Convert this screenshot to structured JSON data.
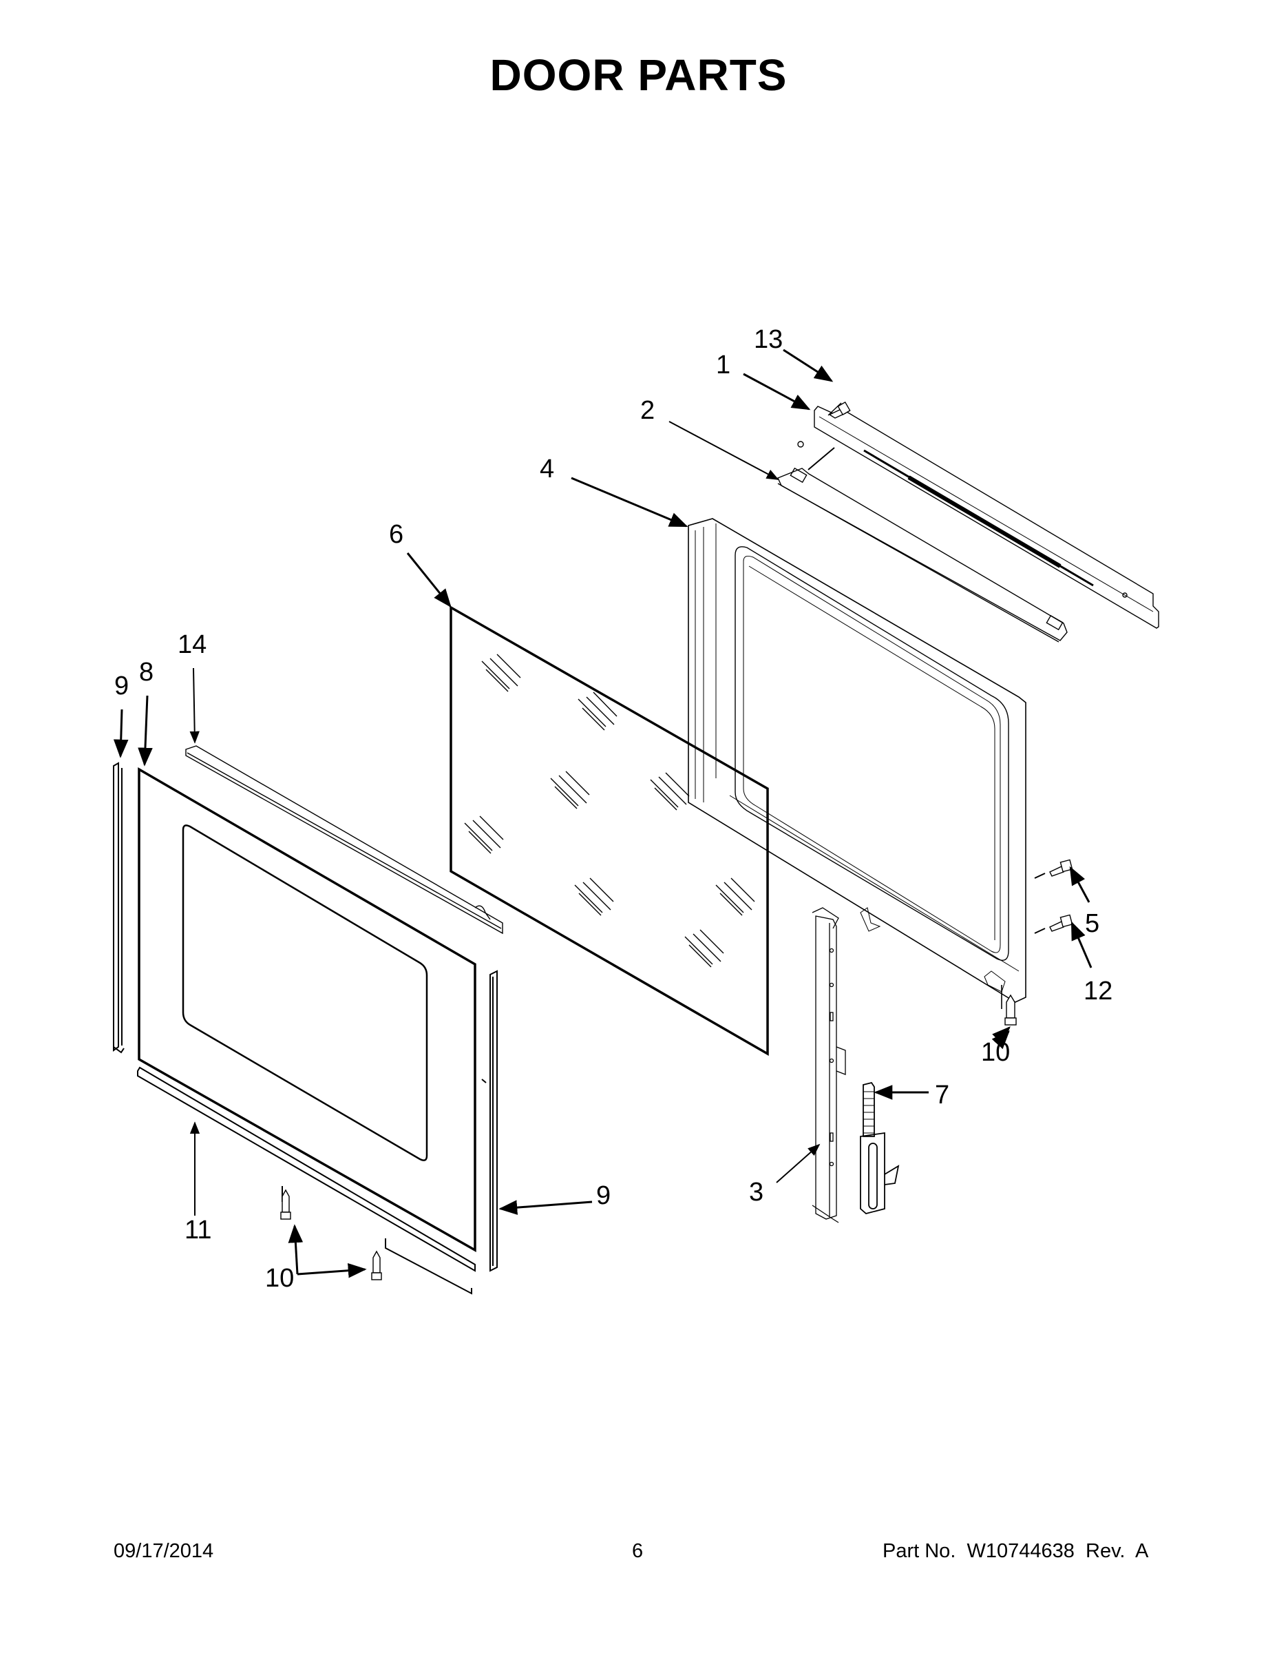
{
  "header": {
    "title": "DOOR PARTS"
  },
  "callouts": [
    {
      "id": "13",
      "label": "13",
      "part": "screw (top trim)"
    },
    {
      "id": "1",
      "label": "1",
      "part": "door top trim"
    },
    {
      "id": "2",
      "label": "2",
      "part": "top vent/slide bar"
    },
    {
      "id": "4",
      "label": "4",
      "part": "inner door frame"
    },
    {
      "id": "6",
      "label": "6",
      "part": "glass panel"
    },
    {
      "id": "14",
      "label": "14",
      "part": "top door trim channel"
    },
    {
      "id": "9a",
      "label": "9",
      "part": "side trim (left)"
    },
    {
      "id": "8",
      "label": "8",
      "part": "outer door panel"
    },
    {
      "id": "5",
      "label": "5",
      "part": "side screw"
    },
    {
      "id": "12",
      "label": "12",
      "part": "side screw"
    },
    {
      "id": "10a",
      "label": "10",
      "part": "bottom screw (right)"
    },
    {
      "id": "7",
      "label": "7",
      "part": "door hinge"
    },
    {
      "id": "3",
      "label": "3",
      "part": "hinge channel bracket"
    },
    {
      "id": "11",
      "label": "11",
      "part": "bottom door trim"
    },
    {
      "id": "10b",
      "label": "10",
      "part": "bottom screws (left)"
    },
    {
      "id": "9b",
      "label": "9",
      "part": "side trim (right)"
    }
  ],
  "footer": {
    "date": "09/17/2014",
    "page": "6",
    "part_number": "Part No.  W10744638  Rev.  A"
  }
}
